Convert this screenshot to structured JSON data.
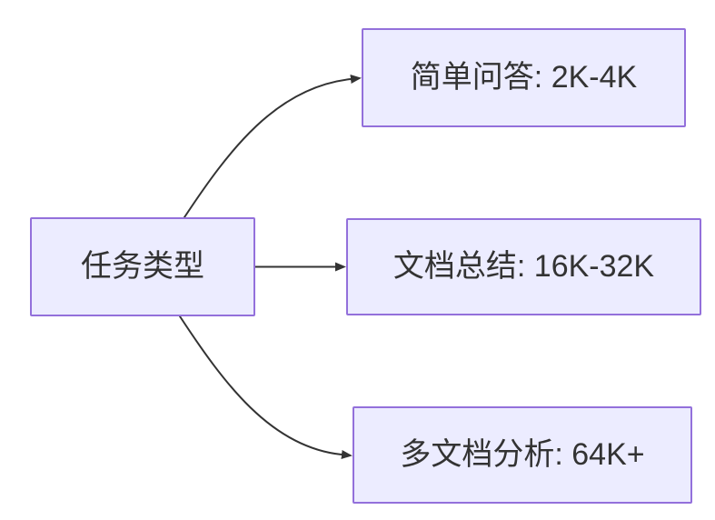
{
  "diagram": {
    "type": "flowchart",
    "direction": "left-to-right",
    "root": {
      "label": "任务类型"
    },
    "branches": [
      {
        "label": "简单问答: 2K-4K"
      },
      {
        "label": "文档总结: 16K-32K"
      },
      {
        "label": "多文档分析: 64K+"
      }
    ],
    "edges": [
      {
        "from": "任务类型",
        "to": "简单问答: 2K-4K"
      },
      {
        "from": "任务类型",
        "to": "文档总结: 16K-32K"
      },
      {
        "from": "任务类型",
        "to": "多文档分析: 64K+"
      }
    ],
    "colors": {
      "canvas_bg": "#ffffff",
      "node_fill": "#ececff",
      "node_border": "#9370db",
      "node_text": "#333333",
      "edge_line": "#333333"
    }
  }
}
